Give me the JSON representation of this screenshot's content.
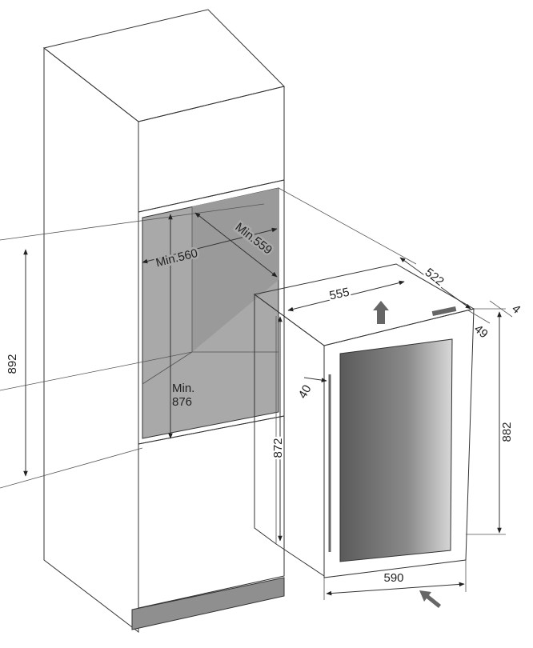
{
  "title": "Built-in installation dimensions",
  "labels": {
    "niche_width": "Min.560",
    "niche_depth": "Min.559",
    "niche_height_line1": "Min.",
    "niche_height_line2": "876",
    "cabinet_height": "892",
    "appliance_width_top": "555",
    "appliance_depth": "522",
    "door_offset": "49",
    "top_offset": "4",
    "handle_gap": "40",
    "appliance_height": "872",
    "total_height": "882",
    "appliance_width_bottom": "590"
  },
  "arrows": [
    "airflow-up-arrow",
    "airflow-in-arrow"
  ]
}
